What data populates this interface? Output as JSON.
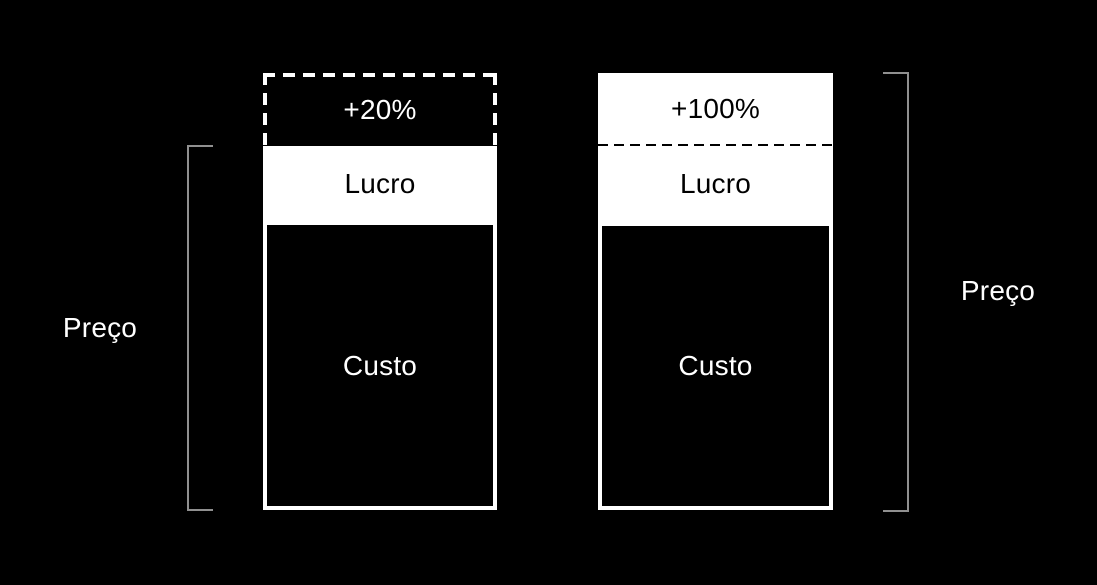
{
  "colors": {
    "background": "#000000",
    "bar_white": "#ffffff",
    "bar_black": "#000000",
    "bracket_gray": "#909090"
  },
  "diagram": {
    "left_bar": {
      "increase_label": "+20%",
      "profit_label": "Lucro",
      "cost_label": "Custo",
      "bracket_label": "Preço"
    },
    "right_bar": {
      "increase_label": "+100%",
      "profit_label": "Lucro",
      "cost_label": "Custo",
      "bracket_label": "Preço"
    }
  },
  "chart_data": {
    "type": "bar",
    "subtype": "stacked-conceptual",
    "units": "relative (current price = 100)",
    "background": "#000000",
    "axes": false,
    "legend": false,
    "bars": [
      {
        "segments": [
          {
            "label": "Custo",
            "value": 80,
            "fill": "#000000"
          },
          {
            "label": "Lucro",
            "value": 20,
            "fill": "#ffffff"
          }
        ],
        "increase": {
          "label": "+20%",
          "value": 20,
          "rendered_as": "dashed white outline box above bar"
        },
        "bracket": {
          "label": "Preço",
          "side": "left",
          "spans": "Custo + Lucro"
        }
      },
      {
        "segments": [
          {
            "label": "Custo",
            "value": 80,
            "fill": "#000000"
          },
          {
            "label": "Lucro",
            "value": 20,
            "fill": "#ffffff"
          }
        ],
        "increase": {
          "label": "+100%",
          "value": 20,
          "rendered_as": "white filled area above dashed divider line, merged with Lucro"
        },
        "bracket": {
          "label": "Preço",
          "side": "right",
          "spans": "Custo + Lucro + increase"
        }
      }
    ]
  }
}
